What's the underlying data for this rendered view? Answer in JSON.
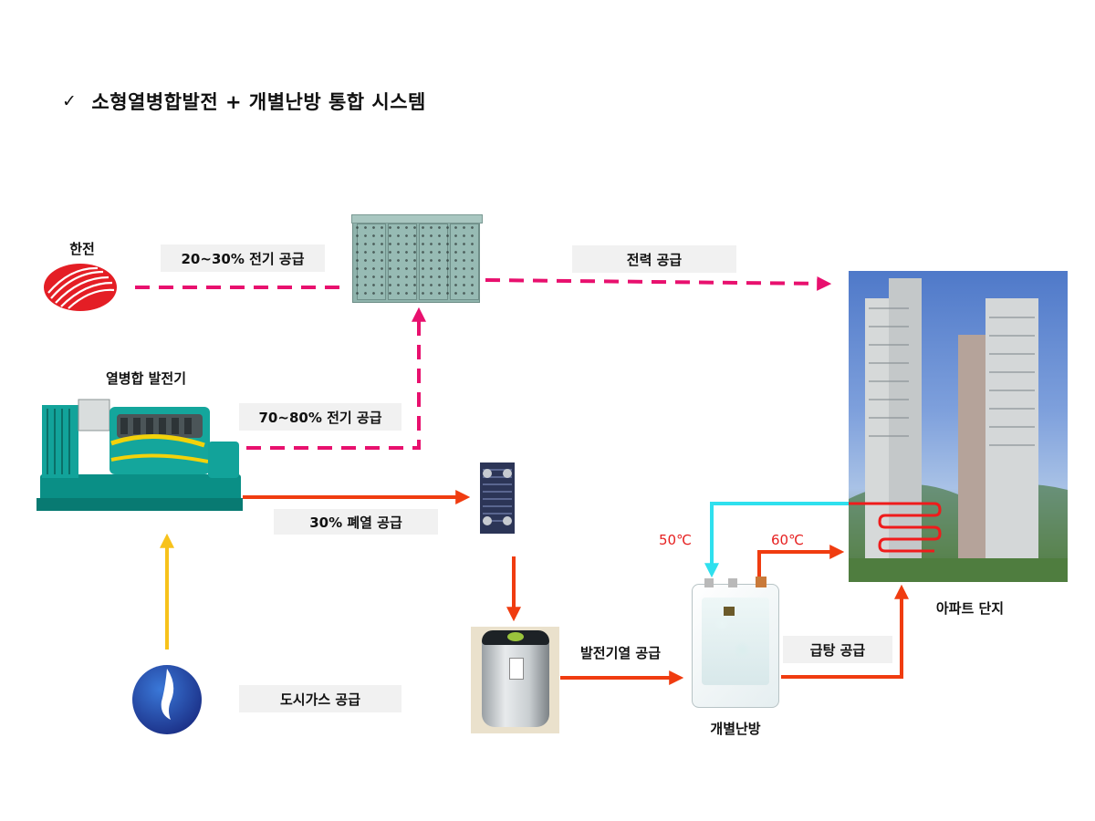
{
  "title": {
    "check_icon": "check-icon",
    "text": "소형열병합발전 + 개별난방 통합 시스템"
  },
  "nodes": {
    "kepco": "한전",
    "chp_generator": "열병합 발전기",
    "apartment": "아파트 단지",
    "individual_heating": "개별난방"
  },
  "flows": {
    "grid_power": "20~30% 전기 공급",
    "chp_power": "70~80% 전기 공급",
    "power_supply": "전력 공급",
    "waste_heat": "30% 폐열 공급",
    "gen_heat": "발전기열 공급",
    "hot_water": "급탕 공급",
    "city_gas": "도시가스 공급"
  },
  "temperatures": {
    "return": "50℃",
    "supply": "60℃"
  },
  "colors": {
    "electric_line": "#e8106e",
    "heat_line": "#f03c10",
    "gas_line": "#f7c21b",
    "return_line": "#2fe0ee",
    "label_bg": "#f1f1f1",
    "temp_text": "#e62020"
  }
}
